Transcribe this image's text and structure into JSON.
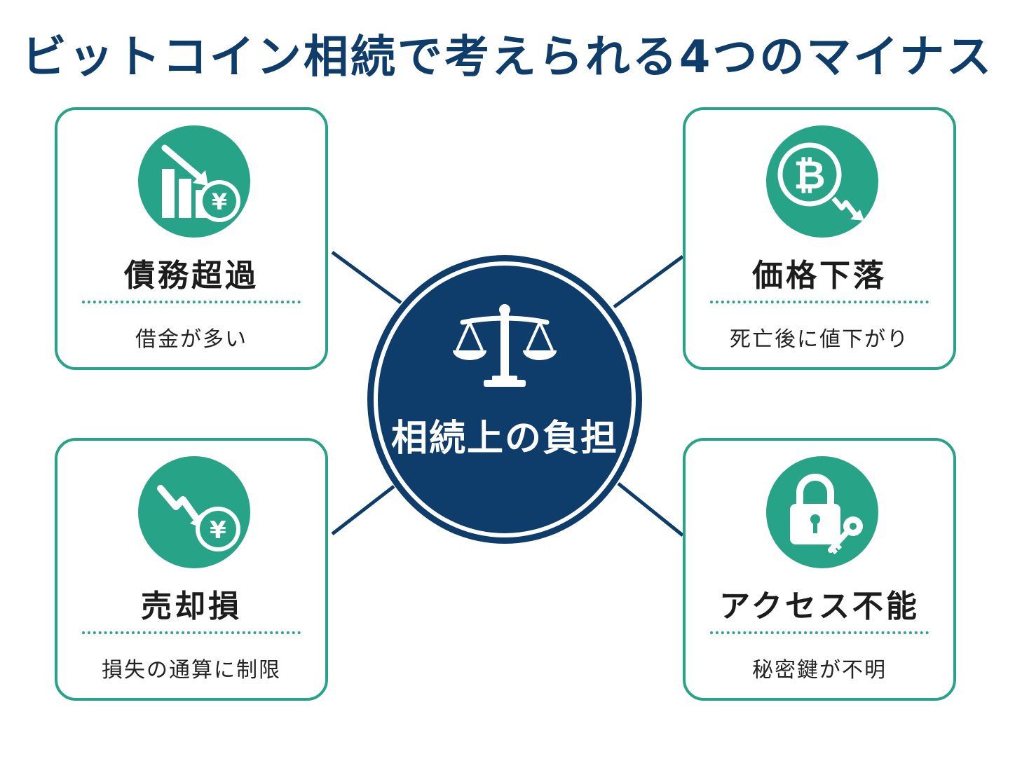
{
  "title": "ビットコイン相続で考えられる4つのマイナス",
  "center": {
    "label": "相続上の負担",
    "icon": "scale-of-justice-icon"
  },
  "cards": [
    {
      "id": "debt",
      "title": "債務超過",
      "description": "借金が多い",
      "icon": "falling-chart-yen-icon"
    },
    {
      "id": "price",
      "title": "価格下落",
      "description": "死亡後に値下がり",
      "icon": "bitcoin-down-arrow-icon"
    },
    {
      "id": "loss",
      "title": "売却損",
      "description": "損失の通算に制限",
      "icon": "zigzag-down-yen-icon"
    },
    {
      "id": "access",
      "title": "アクセス不能",
      "description": "秘密鍵が不明",
      "icon": "padlock-key-icon"
    }
  ],
  "colors": {
    "title": "#0f3d6b",
    "accent_green": "#27a388",
    "center_navy": "#0f3d6b",
    "connector": "#0f3d6b"
  }
}
